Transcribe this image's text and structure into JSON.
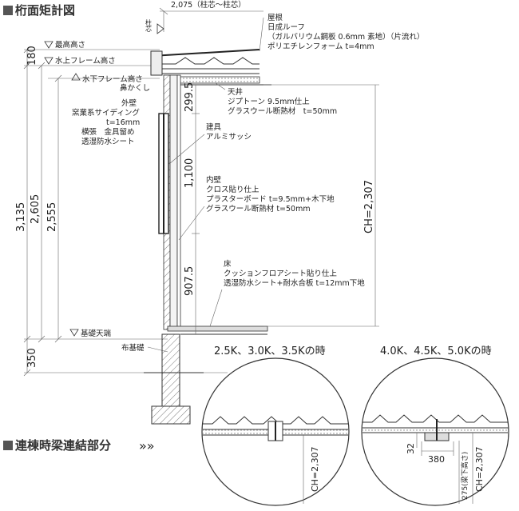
{
  "headings": {
    "section1": "桁面矩計図",
    "section2": "連棟時梁連結部分",
    "arrows": "»»"
  },
  "top_dimension": "2,075（柱芯～柱芯）",
  "pillar_label": "柱芯",
  "levels": {
    "highest": "最高高さ",
    "upper_frame": "水上フレーム高さ",
    "lower_frame": "水下フレーム高さ",
    "nose": "鼻かくし",
    "foundation_top": "基礎天端",
    "foundation": "布基礎"
  },
  "vertical_dims": {
    "d180": "180",
    "d3135": "3,135",
    "d2605": "2,605",
    "d2555": "2,555",
    "d350": "350",
    "d299": "299.5",
    "d1100": "1,100",
    "d907": "907.5",
    "ch": "CH=2,307"
  },
  "notes": {
    "roof": [
      "屋根",
      "日成ルーフ",
      "（ガルバリウム鋼板 0.6mm 素地）（片流れ）",
      "ポリエチレンフォーム t=4mm"
    ],
    "ceiling": [
      "天井",
      "ジプトーン 9.5mm仕上",
      "グラスウール断熱材　t=50mm"
    ],
    "window": [
      "建具",
      "アルミサッシ"
    ],
    "inner_wall": [
      "内壁",
      "クロス貼り仕上",
      "プラスターボード t=9.5mm+木下地",
      "グラスウール断熱材 t=50mm"
    ],
    "floor": [
      "床",
      "クッションフロアシート貼り仕上",
      "透湿防水シート+耐水合板 t=12mm下地"
    ],
    "outer_wall": [
      "外壁",
      "窯業系サイディング",
      "t=16mm",
      "横張　金具留め",
      "透湿防水シート"
    ]
  },
  "detail_left": {
    "title": "2.5K、3.0K、3.5Kの時",
    "ch": "CH=2,307"
  },
  "detail_right": {
    "title": "4.0K、4.5K、5.0Kの時",
    "dim_32": "32",
    "dim_380": "380",
    "dim_275": "275(梁下高さ)",
    "ch": "CH=2,307"
  }
}
